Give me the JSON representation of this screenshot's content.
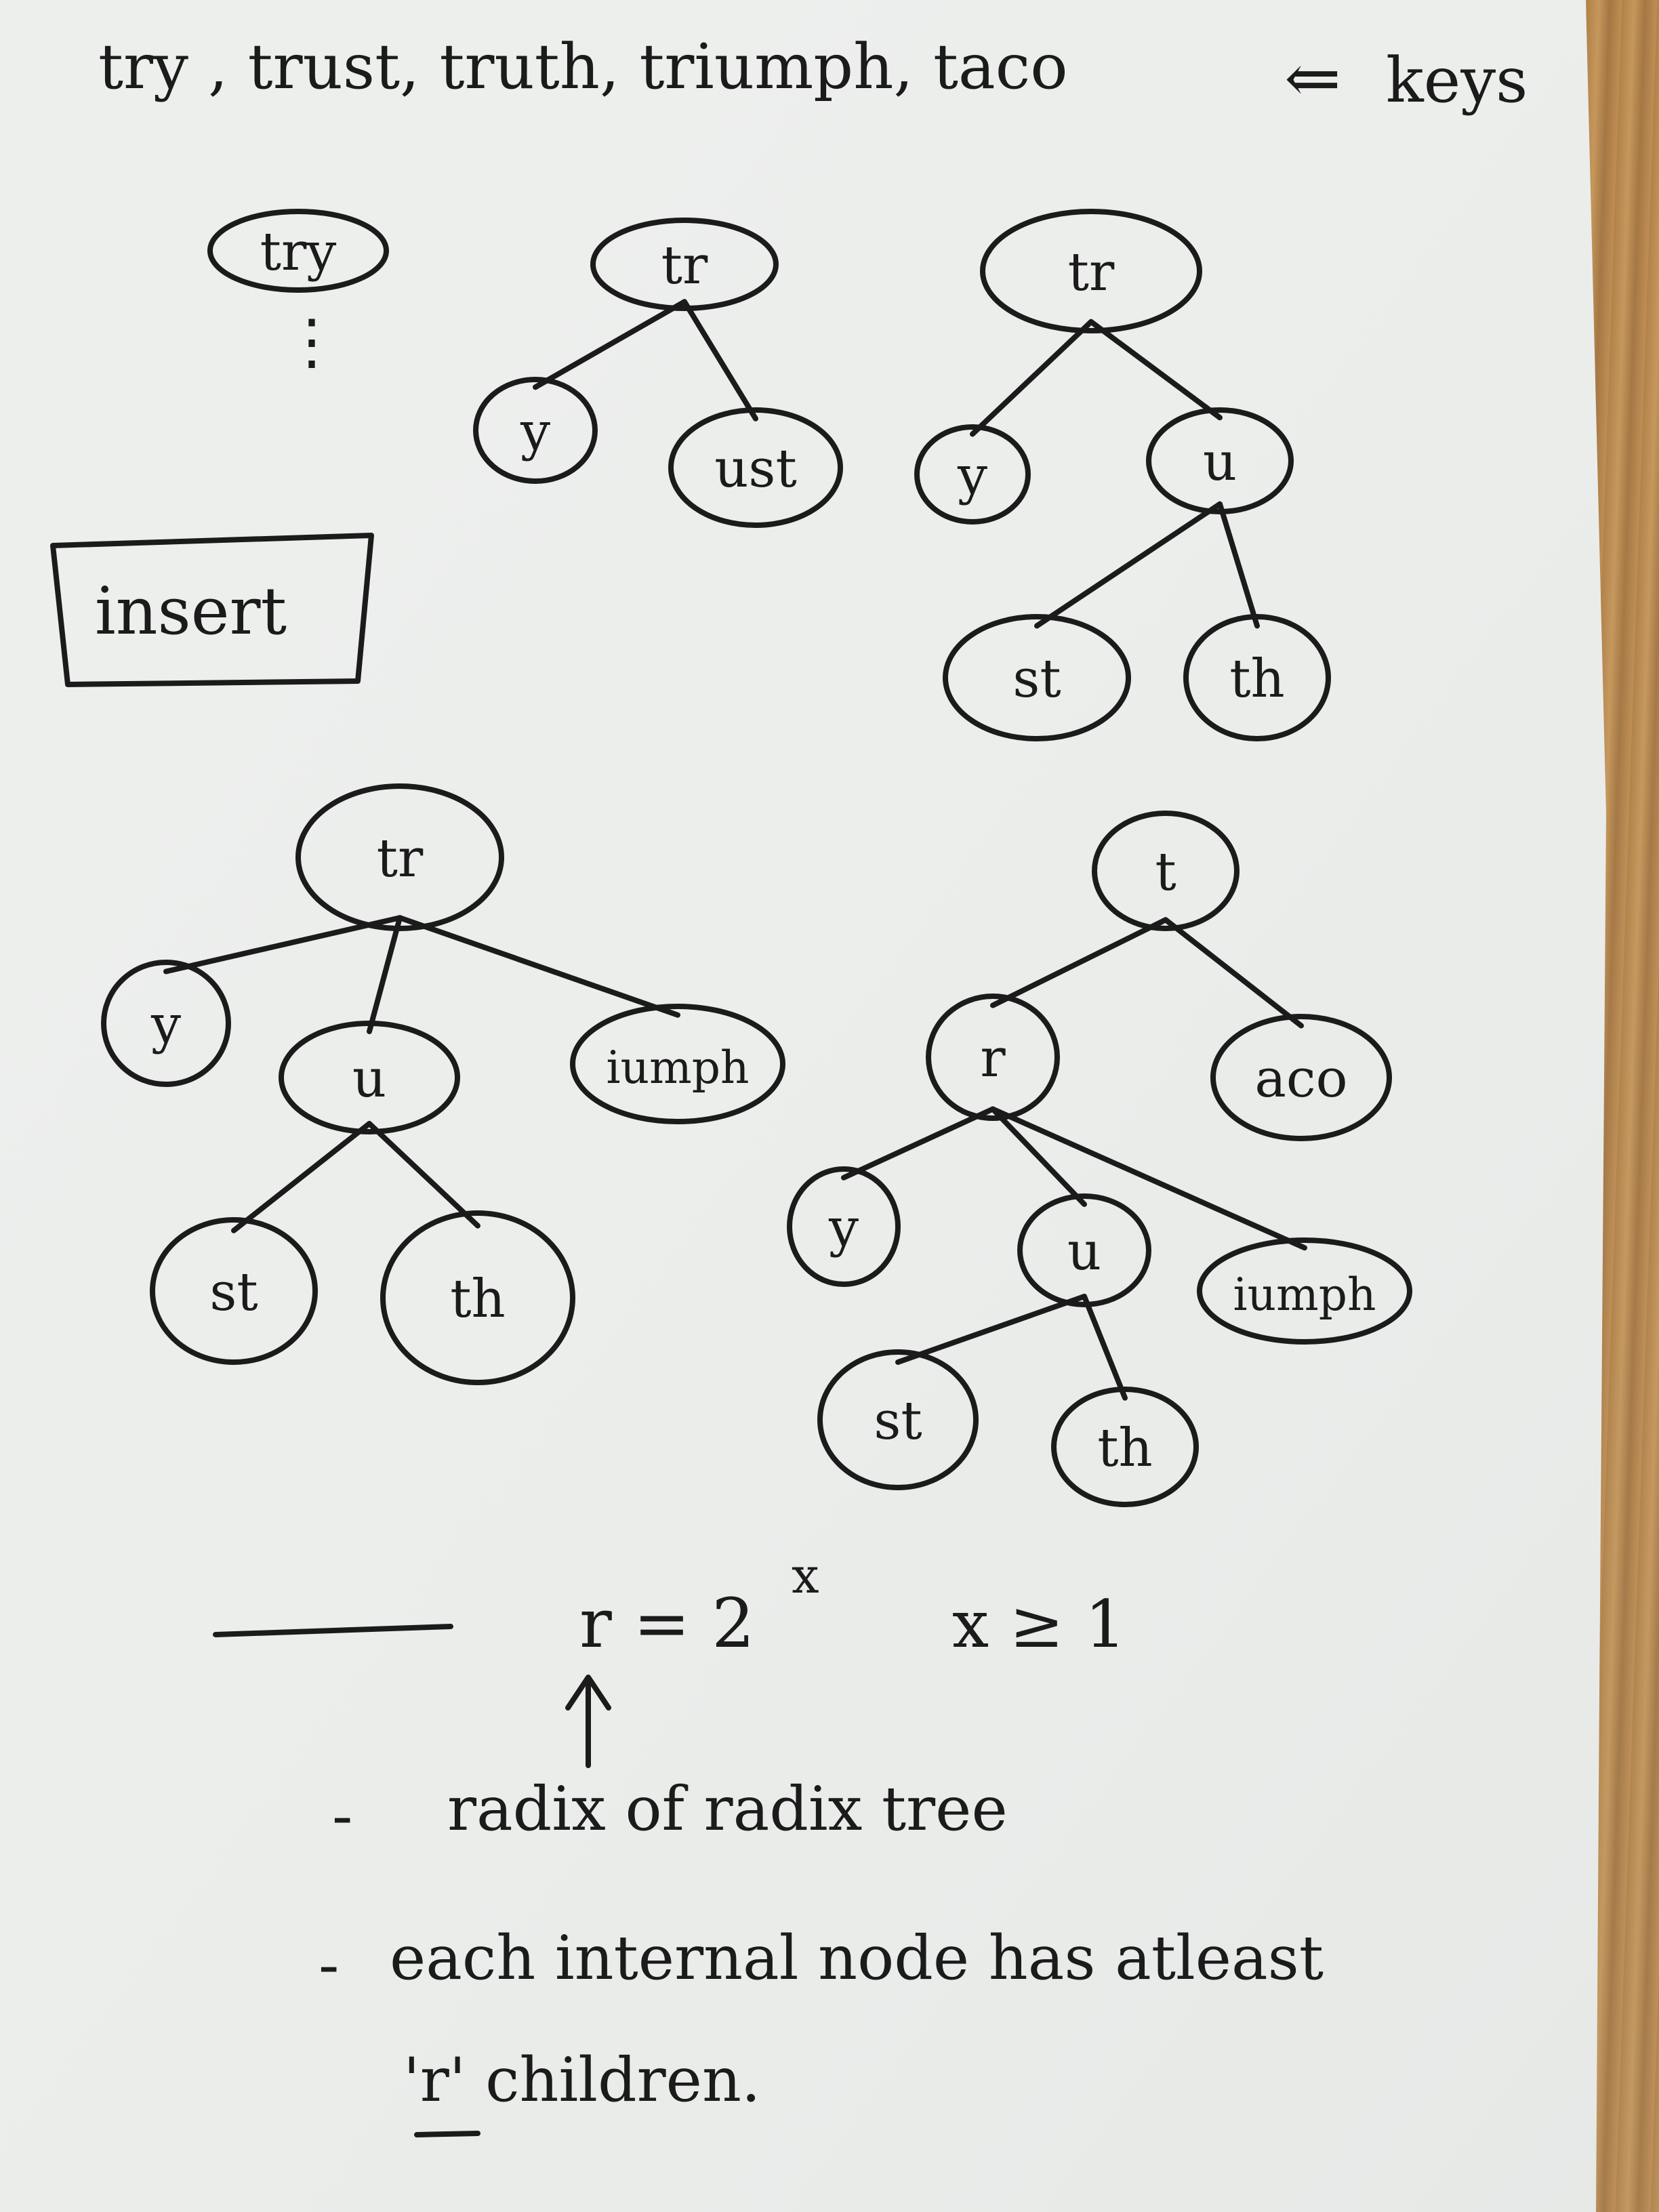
{
  "header": {
    "keys_line": "try , trust, truth, triumph, taco",
    "keys_arrow": "⇐",
    "keys_label": "keys"
  },
  "insert_label": "insert",
  "trees": [
    {
      "name": "tree-1",
      "nodes": [
        {
          "id": "t1-root",
          "label": "try"
        }
      ],
      "continuation": "⋮"
    },
    {
      "name": "tree-2",
      "nodes": [
        {
          "id": "t2-root",
          "label": "tr"
        },
        {
          "id": "t2-y",
          "label": "y"
        },
        {
          "id": "t2-ust",
          "label": "ust"
        }
      ],
      "edges": [
        [
          "t2-root",
          "t2-y"
        ],
        [
          "t2-root",
          "t2-ust"
        ]
      ]
    },
    {
      "name": "tree-3",
      "nodes": [
        {
          "id": "t3-root",
          "label": "tr"
        },
        {
          "id": "t3-y",
          "label": "y"
        },
        {
          "id": "t3-u",
          "label": "u"
        },
        {
          "id": "t3-st",
          "label": "st"
        },
        {
          "id": "t3-th",
          "label": "th"
        }
      ],
      "edges": [
        [
          "t3-root",
          "t3-y"
        ],
        [
          "t3-root",
          "t3-u"
        ],
        [
          "t3-u",
          "t3-st"
        ],
        [
          "t3-u",
          "t3-th"
        ]
      ]
    },
    {
      "name": "tree-4",
      "nodes": [
        {
          "id": "t4-root",
          "label": "tr"
        },
        {
          "id": "t4-y",
          "label": "y"
        },
        {
          "id": "t4-u",
          "label": "u"
        },
        {
          "id": "t4-iumph",
          "label": "iumph"
        },
        {
          "id": "t4-st",
          "label": "st"
        },
        {
          "id": "t4-th",
          "label": "th"
        }
      ],
      "edges": [
        [
          "t4-root",
          "t4-y"
        ],
        [
          "t4-root",
          "t4-u"
        ],
        [
          "t4-root",
          "t4-iumph"
        ],
        [
          "t4-u",
          "t4-st"
        ],
        [
          "t4-u",
          "t4-th"
        ]
      ]
    },
    {
      "name": "tree-5",
      "nodes": [
        {
          "id": "t5-root",
          "label": "t"
        },
        {
          "id": "t5-r",
          "label": "r"
        },
        {
          "id": "t5-aco",
          "label": "aco"
        },
        {
          "id": "t5-y",
          "label": "y"
        },
        {
          "id": "t5-u",
          "label": "u"
        },
        {
          "id": "t5-iumph",
          "label": "iumph"
        },
        {
          "id": "t5-st",
          "label": "st"
        },
        {
          "id": "t5-th",
          "label": "th"
        }
      ],
      "edges": [
        [
          "t5-root",
          "t5-r"
        ],
        [
          "t5-root",
          "t5-aco"
        ],
        [
          "t5-r",
          "t5-y"
        ],
        [
          "t5-r",
          "t5-u"
        ],
        [
          "t5-r",
          "t5-iumph"
        ],
        [
          "t5-u",
          "t5-st"
        ],
        [
          "t5-u",
          "t5-th"
        ]
      ]
    }
  ],
  "formula": {
    "lhs": "r = 2",
    "exponent": "x",
    "condition": "x ≥ 1"
  },
  "notes": [
    {
      "bullet": "-",
      "text": "radix of radix tree"
    },
    {
      "bullet": "-",
      "text": "each internal node has atleast"
    },
    {
      "bullet": "",
      "text": "'r' children."
    }
  ]
}
